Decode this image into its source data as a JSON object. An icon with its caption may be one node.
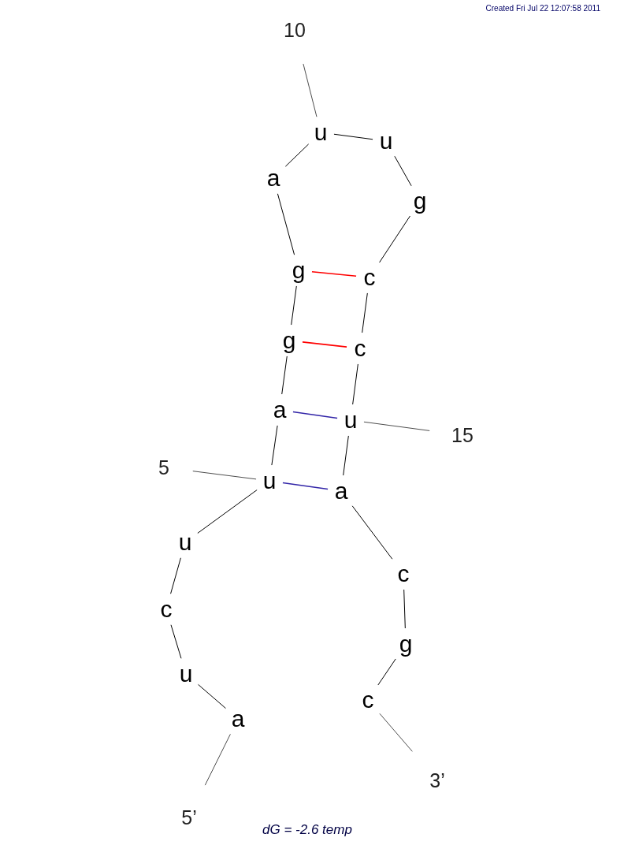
{
  "diagram": {
    "caption": "dG = -2.6 temp",
    "nodes": [
      {
        "text": [
          "a"
        ]
      },
      {
        "text": [
          "u"
        ]
      },
      {
        "text": [
          "c"
        ]
      },
      {
        "text": [
          "u"
        ]
      },
      {
        "text": [
          "u"
        ]
      },
      {
        "text": [
          "a"
        ]
      },
      {
        "text": [
          "g"
        ]
      },
      {
        "text": [
          "g"
        ]
      },
      {
        "text": [
          "a"
        ]
      },
      {
        "text": [
          "u"
        ]
      },
      {
        "text": [
          "u"
        ]
      },
      {
        "text": [
          "g"
        ]
      },
      {
        "text": [
          "c"
        ]
      },
      {
        "text": [
          "c"
        ]
      },
      {
        "text": [
          "u"
        ]
      },
      {
        "text": [
          "a"
        ]
      },
      {
        "text": [
          "c"
        ]
      },
      {
        "text": [
          "g"
        ]
      },
      {
        "text": [
          "c"
        ]
      },
      {
        "text": [
          "5’"
        ]
      },
      {
        "text": [
          "3’"
        ]
      },
      {
        "text": [
          "5"
        ]
      },
      {
        "text": [
          "10"
        ]
      },
      {
        "text": [
          "15"
        ]
      }
    ],
    "edges": [
      {
        "from": 19,
        "to": 0,
        "arrow": "none"
      },
      {
        "from": 0,
        "to": 1,
        "arrow": "none"
      },
      {
        "from": 1,
        "to": 2,
        "arrow": "none"
      },
      {
        "from": 2,
        "to": 3,
        "arrow": "none"
      },
      {
        "from": 3,
        "to": 4,
        "arrow": "none"
      },
      {
        "from": 4,
        "to": 5,
        "arrow": "none"
      },
      {
        "from": 5,
        "to": 6,
        "arrow": "none"
      },
      {
        "from": 6,
        "to": 7,
        "arrow": "none"
      },
      {
        "from": 7,
        "to": 8,
        "arrow": "none"
      },
      {
        "from": 8,
        "to": 9,
        "arrow": "none"
      },
      {
        "from": 9,
        "to": 10,
        "arrow": "none"
      },
      {
        "from": 10,
        "to": 11,
        "arrow": "none"
      },
      {
        "from": 11,
        "to": 12,
        "arrow": "none"
      },
      {
        "from": 12,
        "to": 13,
        "arrow": "none"
      },
      {
        "from": 13,
        "to": 14,
        "arrow": "none"
      },
      {
        "from": 14,
        "to": 15,
        "arrow": "none"
      },
      {
        "from": 15,
        "to": 16,
        "arrow": "none"
      },
      {
        "from": 16,
        "to": 17,
        "arrow": "none"
      },
      {
        "from": 17,
        "to": 18,
        "arrow": "none"
      },
      {
        "from": 18,
        "to": 20,
        "arrow": "none"
      },
      {
        "from": 21,
        "to": 4,
        "arrow": "none"
      },
      {
        "from": 22,
        "to": 9,
        "arrow": "none"
      },
      {
        "from": 23,
        "to": 14,
        "arrow": "none"
      },
      {
        "from": 7,
        "to": 12,
        "arrow": "none",
        "color": "#ff0000"
      },
      {
        "from": 6,
        "to": 13,
        "arrow": "none",
        "color": "#ff0000"
      },
      {
        "from": 5,
        "to": 14,
        "arrow": "none",
        "color": "#3326a8"
      },
      {
        "from": 4,
        "to": 15,
        "arrow": "none",
        "color": "#3326a8"
      }
    ],
    "labels": [
      "Created Fri Jul 22 12:07:58 2011"
    ]
  }
}
